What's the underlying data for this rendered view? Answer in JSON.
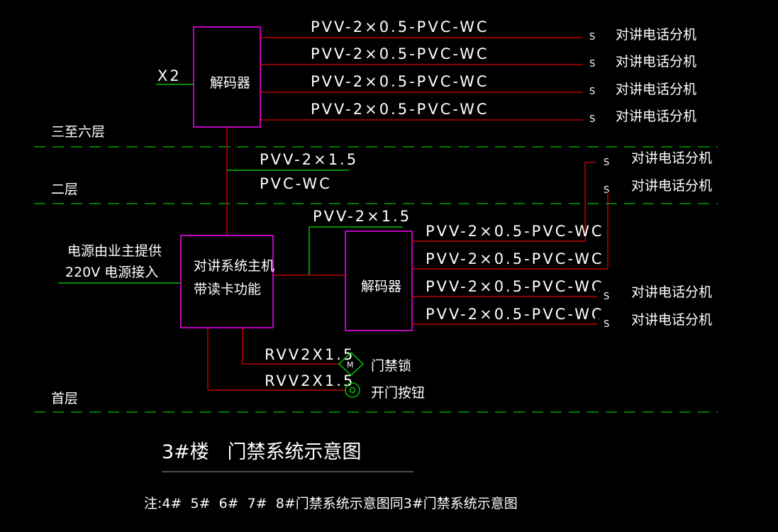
{
  "floors": {
    "upper": "三至六层",
    "second": "二层",
    "first": "首层"
  },
  "upper_decoder": {
    "label": "解码器",
    "input_label": "X2",
    "cables": [
      "PVV-2×0.5-PVC-WC",
      "PVV-2×0.5-PVC-WC",
      "PVV-2×0.5-PVC-WC",
      "PVV-2×0.5-PVC-WC"
    ]
  },
  "phones": {
    "label": "对讲电话分机",
    "symbol": "S"
  },
  "riser": {
    "cable_top": "PVV-2×1.5",
    "cable_bottom": "PVC-WC"
  },
  "host": {
    "line1": "对讲系统主机",
    "line2": "带读卡功能"
  },
  "power": {
    "line1": "电源由业主提供",
    "line2": "220V 电源接入"
  },
  "lower_decoder": {
    "label": "解码器",
    "feed_cable": "PVV-2×1.5",
    "cables": [
      "PVV-2×0.5-PVC-WC",
      "PVV-2×0.5-PVC-WC",
      "PVV-2×0.5-PVC-WC",
      "PVV-2×0.5-PVC-WC"
    ]
  },
  "lock": {
    "cable": "RVV2X1.5",
    "label": "门禁锁",
    "symbol": "M"
  },
  "button": {
    "cable": "RVV2X1.5",
    "label": "开门按钮"
  },
  "title": "3#楼   门禁系统示意图",
  "note": "注:4#  5#  6#  7#  8#门禁系统示意图同3#门禁系统示意图",
  "colors": {
    "wire": "#e00000",
    "box": "#ff00ff",
    "symbol": "#00e000"
  }
}
